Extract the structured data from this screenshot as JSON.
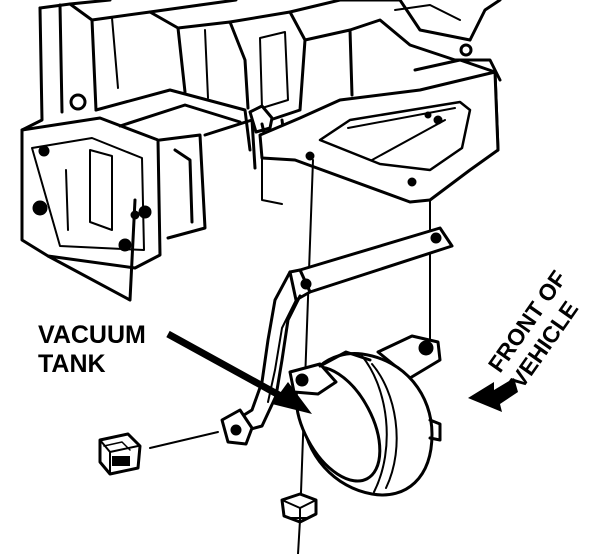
{
  "labels": {
    "callout_line1": "VACUUM",
    "callout_line2": "TANK",
    "direction_line1": "FRONT OF",
    "direction_line2": "VEHICLE"
  },
  "colors": {
    "ink": "#000000",
    "paper": "#ffffff"
  }
}
